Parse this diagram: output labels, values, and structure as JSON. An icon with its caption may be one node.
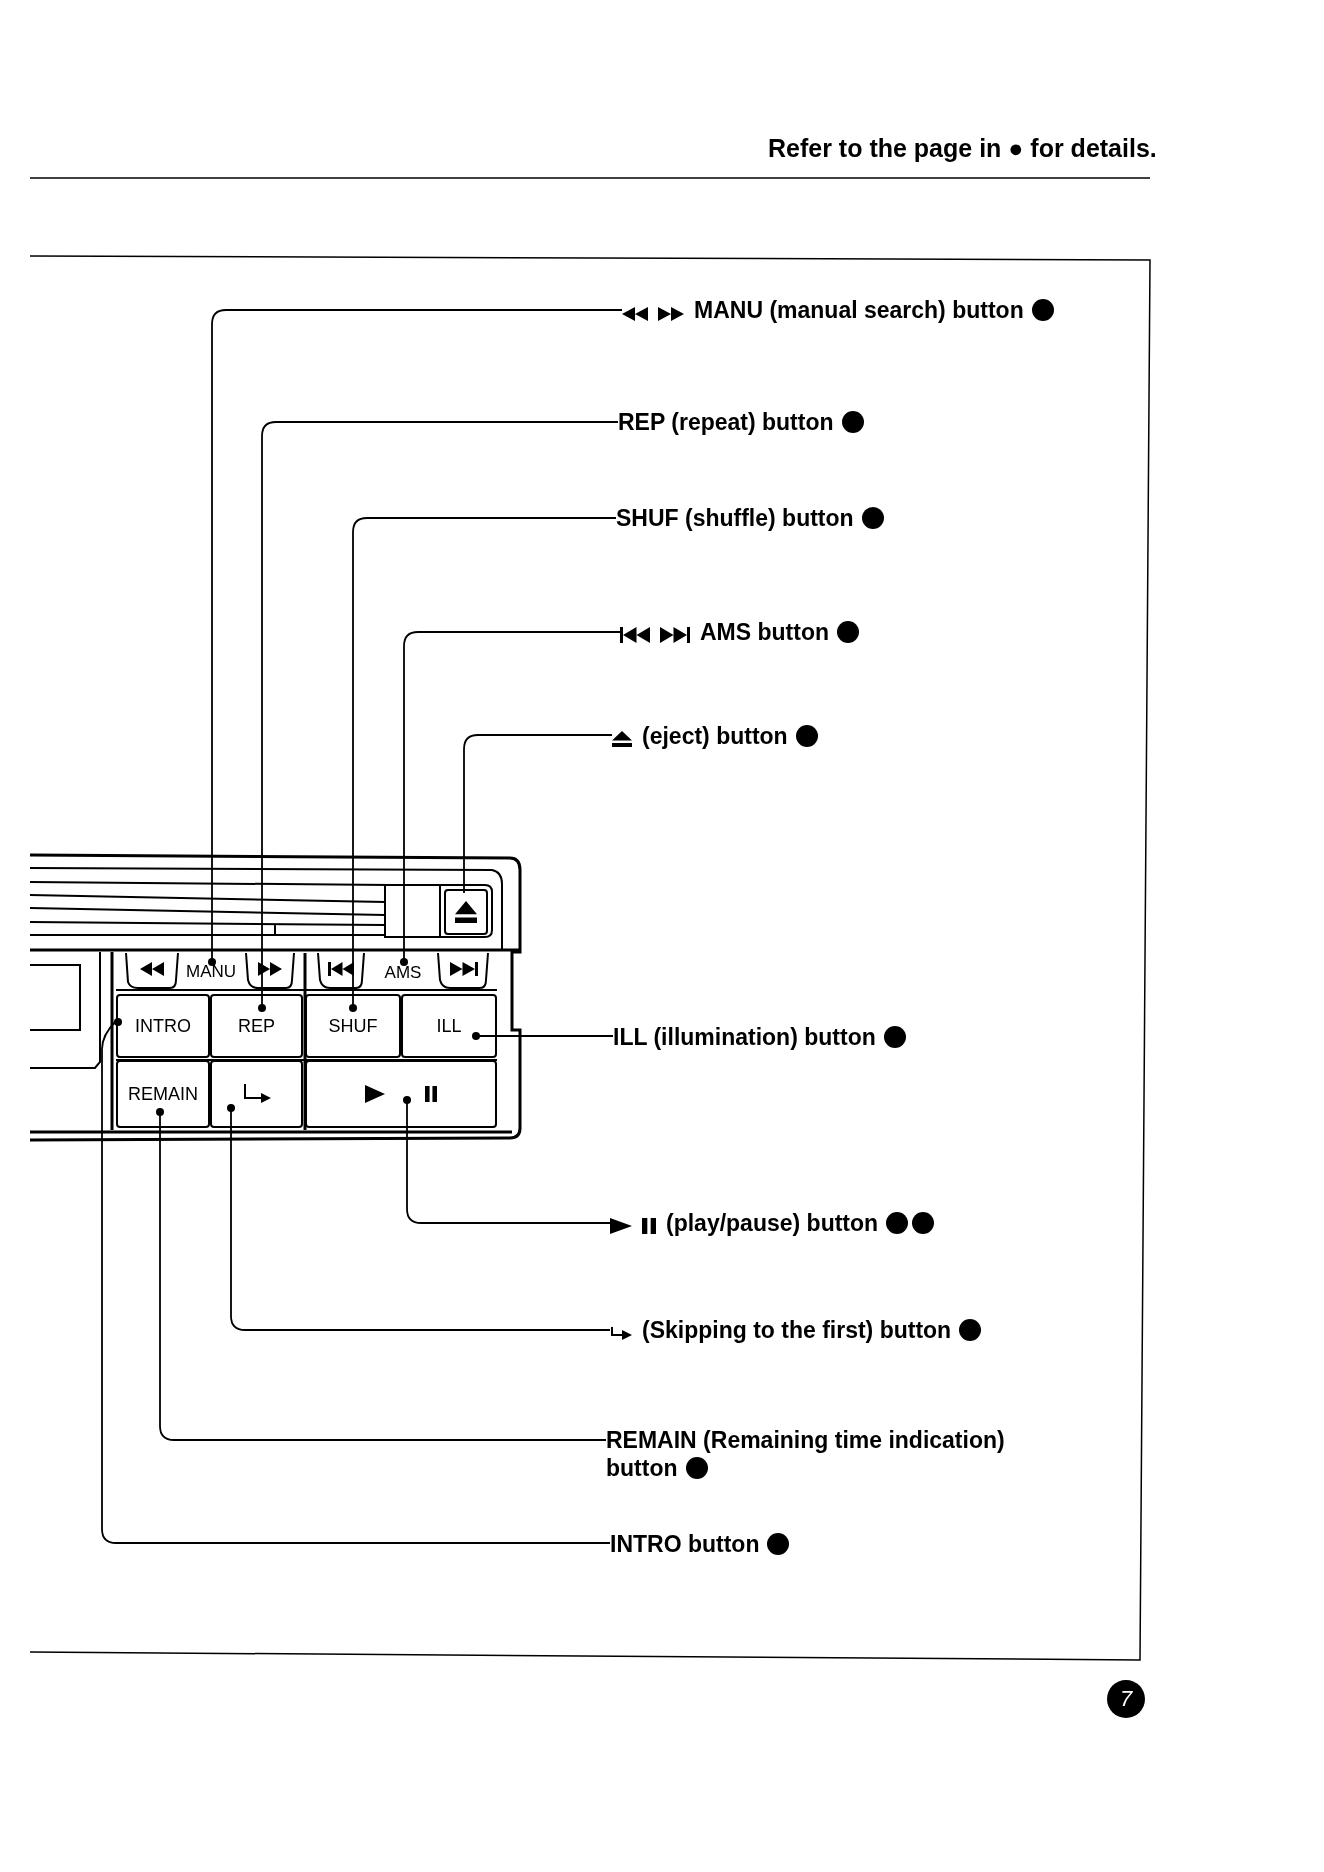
{
  "diagram": {
    "nodes": [
      {
        "text": [
          "MANU (manual search) button"
        ]
      },
      {
        "text": [
          "REP (repeat) button"
        ]
      },
      {
        "text": [
          "SHUF (shuffle) button"
        ]
      },
      {
        "text": [
          "AMS button"
        ]
      },
      {
        "text": [
          "(eject) button"
        ]
      },
      {
        "text": [
          "ILL (illumination) button"
        ]
      },
      {
        "text": [
          "(play/pause) button"
        ]
      },
      {
        "text": [
          "(Skipping to the first) button"
        ]
      },
      {
        "text": [
          "REMAIN (Remaining time indication) button"
        ]
      },
      {
        "text": [
          "INTRO button"
        ]
      },
      {
        "text": [
          "MANU"
        ]
      },
      {
        "text": [
          "REP"
        ]
      },
      {
        "text": [
          "SHUF"
        ]
      },
      {
        "text": [
          "AMS"
        ]
      },
      {
        "text": [],
        "shape": "box"
      },
      {
        "text": [
          "ILL"
        ]
      },
      {
        "text": [],
        "shape": "box"
      },
      {
        "text": [],
        "shape": "box"
      },
      {
        "text": [
          "REMAIN"
        ]
      },
      {
        "text": [
          "INTRO"
        ]
      }
    ],
    "edges": [
      {
        "from": 0,
        "to": 10,
        "arrow": "other"
      },
      {
        "from": 1,
        "to": 11,
        "arrow": "other"
      },
      {
        "from": 2,
        "to": 12,
        "arrow": "other"
      },
      {
        "from": 3,
        "to": 13,
        "arrow": "other"
      },
      {
        "from": 4,
        "to": 14,
        "arrow": "none"
      },
      {
        "from": 5,
        "to": 15,
        "arrow": "other"
      },
      {
        "from": 6,
        "to": 16,
        "arrow": "other"
      },
      {
        "from": 7,
        "to": 17,
        "arrow": "other"
      },
      {
        "from": 8,
        "to": 18,
        "arrow": "other"
      },
      {
        "from": 9,
        "to": 19,
        "arrow": "other"
      }
    ],
    "labels": [
      "Refer to the page in ● for details.",
      "7"
    ]
  }
}
